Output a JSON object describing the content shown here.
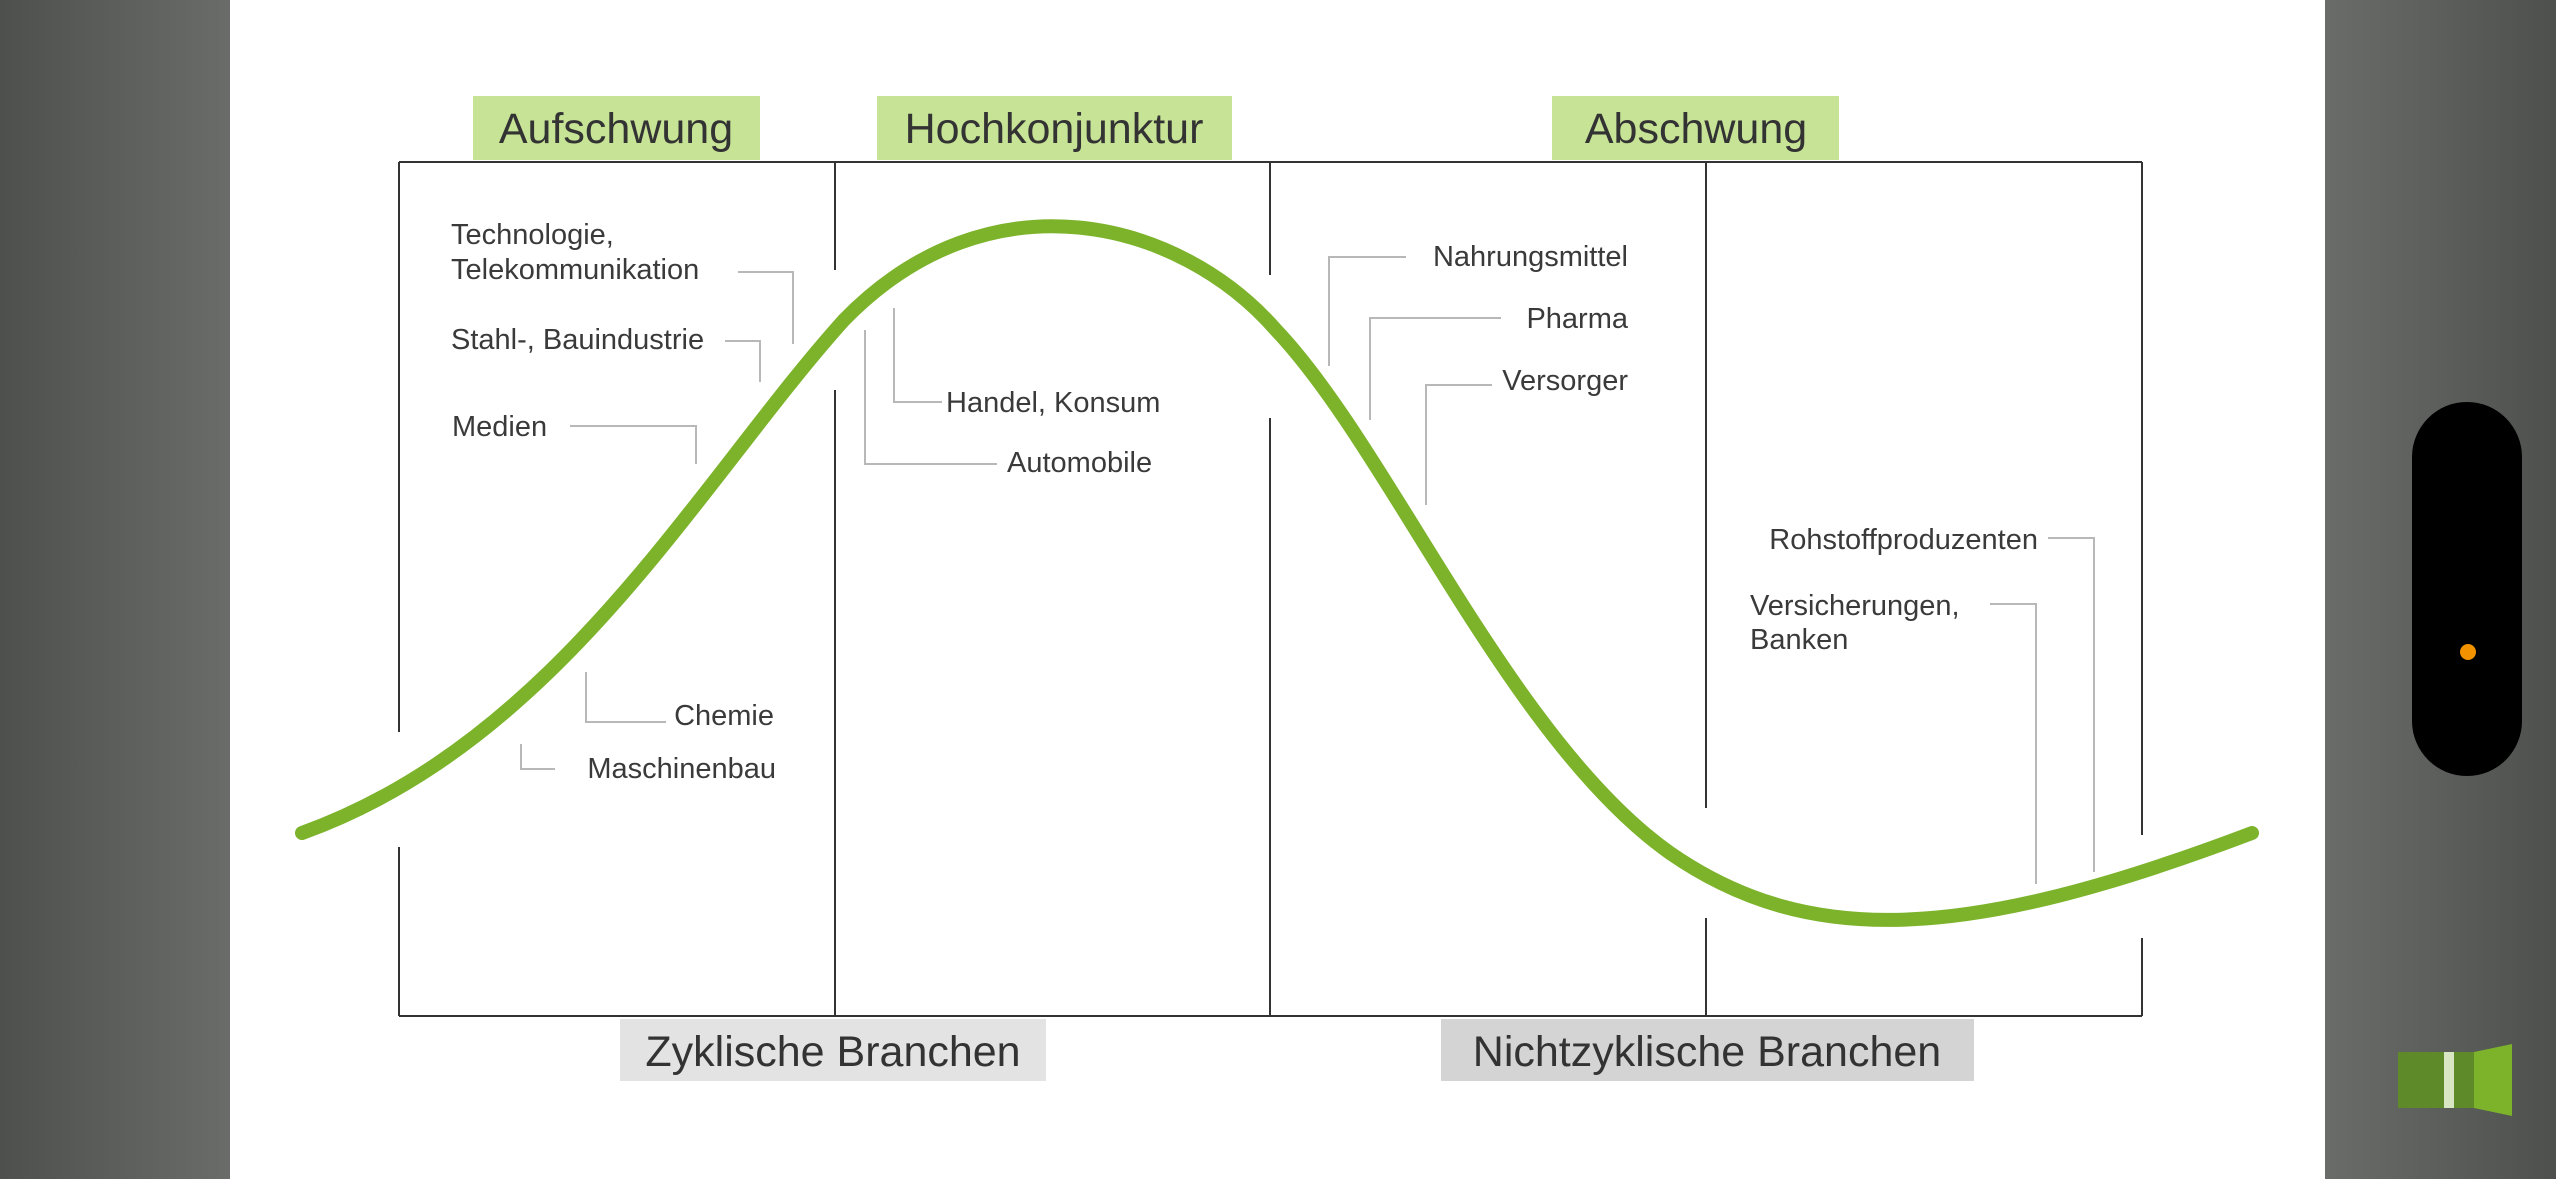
{
  "phases": {
    "aufschwung": "Aufschwung",
    "hochkonjunktur": "Hochkonjunktur",
    "abschwung": "Abschwung"
  },
  "groups": {
    "zyklisch": "Zyklische Branchen",
    "nichtzyklisch": "Nichtzyklische Branchen"
  },
  "branches": {
    "technologie_1": "Technologie,",
    "technologie_2": "Telekommunikation",
    "stahl": "Stahl-, Bauindustrie",
    "medien": "Medien",
    "chemie": "Chemie",
    "maschinenbau": "Maschinenbau",
    "handel": "Handel, Konsum",
    "automobile": "Automobile",
    "nahrungsmittel": "Nahrungsmittel",
    "pharma": "Pharma",
    "versorger": "Versorger",
    "rohstoff": "Rohstoffproduzenten",
    "versicherungen_1": "Versicherungen,",
    "versicherungen_2": "Banken"
  },
  "colors": {
    "curve": "#7cb32a",
    "phase_highlight": "#c6e396",
    "group_highlight": "#e3e3e3",
    "group_highlight_dark": "#d4d4d4",
    "accent_dot": "#f39200"
  },
  "icons": {
    "side_control": "pill-slider-icon",
    "brand": "logo-icon"
  }
}
